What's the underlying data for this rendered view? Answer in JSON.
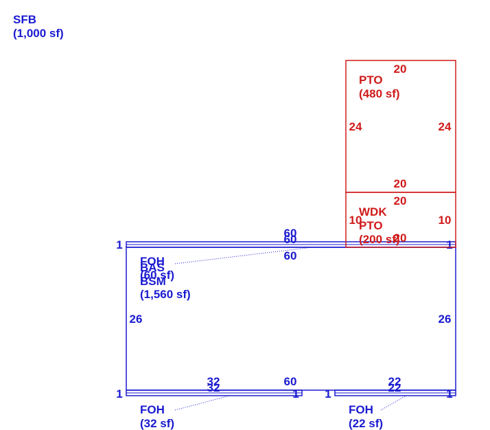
{
  "colors": {
    "primary": "#1a1ad0",
    "secondary": "#d01a1a"
  },
  "legend": {
    "code": "SFB",
    "area": "(1,000 sf)"
  },
  "areas": {
    "main": {
      "codes": [
        "FOH",
        "BAS",
        "BSM"
      ],
      "area_bas": "(60 sf)",
      "area_bsm": "(1,560 sf)",
      "dimensions": {
        "top_a": "60",
        "top_b": "60",
        "top_c": "60",
        "left": "26",
        "right": "26",
        "bottom": "60",
        "corner_tl": "1",
        "corner_tr": "1"
      }
    },
    "pto_large": {
      "code": "PTO",
      "area": "(480 sf)",
      "dimensions": {
        "top": "20",
        "left": "24",
        "right": "24",
        "bottom": "20"
      }
    },
    "pto_small": {
      "codes": [
        "WDK",
        "PTO"
      ],
      "area": "(200 sf)",
      "dimensions": {
        "top": "20",
        "left": "10",
        "right": "10",
        "bottom": "20"
      }
    },
    "foh_left": {
      "code": "FOH",
      "area": "(32 sf)",
      "dimensions": {
        "top_a": "32",
        "top_b": "32",
        "corner_l": "1",
        "corner_r": "1"
      }
    },
    "foh_right": {
      "code": "FOH",
      "area": "(22 sf)",
      "dimensions": {
        "top_a": "22",
        "top_b": "22",
        "corner_l": "1",
        "corner_r": "1"
      }
    }
  }
}
